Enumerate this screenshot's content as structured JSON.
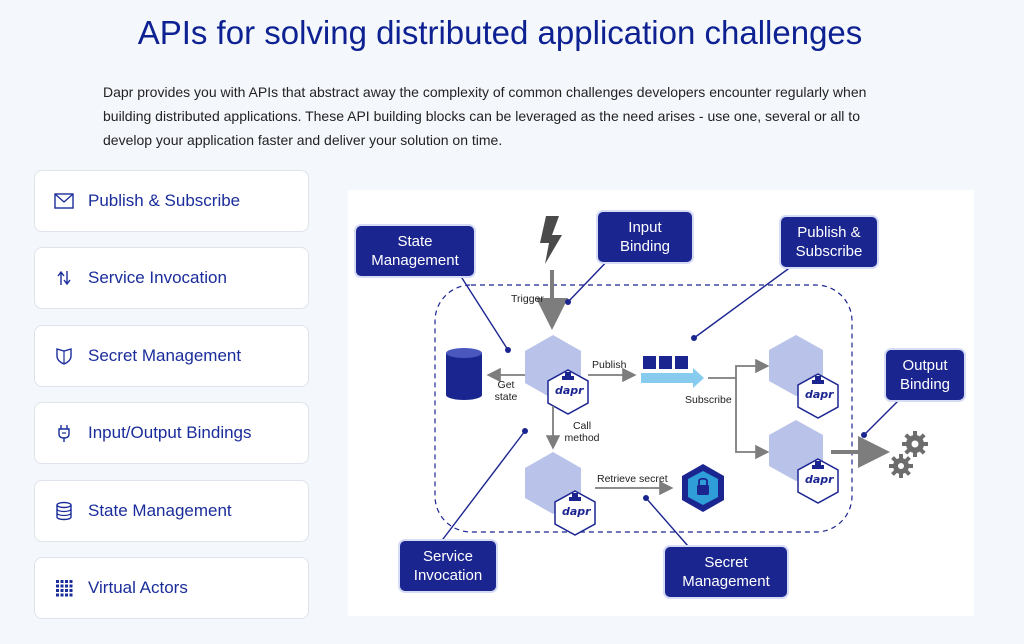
{
  "header": {
    "title": "APIs for solving distributed application challenges",
    "intro_line1": "Dapr provides you with APIs that abstract away the complexity of common challenges developers encounter regularly when",
    "intro_line2": "building distributed applications. These API building blocks can be leveraged as the need arises - use one, several or all to",
    "intro_line3": "develop your application faster and deliver your solution on time."
  },
  "cards": [
    {
      "label": "Publish & Subscribe",
      "icon": "envelope-icon"
    },
    {
      "label": "Service Invocation",
      "icon": "arrows-exchange-icon"
    },
    {
      "label": "Secret Management",
      "icon": "shield-icon"
    },
    {
      "label": "Input/Output Bindings",
      "icon": "plug-icon"
    },
    {
      "label": "State Management",
      "icon": "database-icon"
    },
    {
      "label": "Virtual Actors",
      "icon": "grid-icon"
    }
  ],
  "diagram": {
    "callouts": {
      "state_management_1": "State",
      "state_management_2": "Management",
      "input_binding_1": "Input",
      "input_binding_2": "Binding",
      "publish_subscribe_1": "Publish &",
      "publish_subscribe_2": "Subscribe",
      "output_binding_1": "Output",
      "output_binding_2": "Binding",
      "service_invocation_1": "Service",
      "service_invocation_2": "Invocation",
      "secret_management_1": "Secret",
      "secret_management_2": "Management"
    },
    "labels": {
      "trigger": "Trigger",
      "publish": "Publish",
      "subscribe": "Subscribe",
      "get_state_1": "Get",
      "get_state_2": "state",
      "call_method_1": "Call",
      "call_method_2": "method",
      "retrieve_secret": "Retrieve secret",
      "dapr": "dapr"
    },
    "colors": {
      "navy": "#1b2590",
      "hex_light": "#b9c3ea",
      "hex_mid": "#8e9ddd",
      "gray_arrow": "#7d7d7d",
      "queue_arrow": "#87ccef"
    }
  }
}
